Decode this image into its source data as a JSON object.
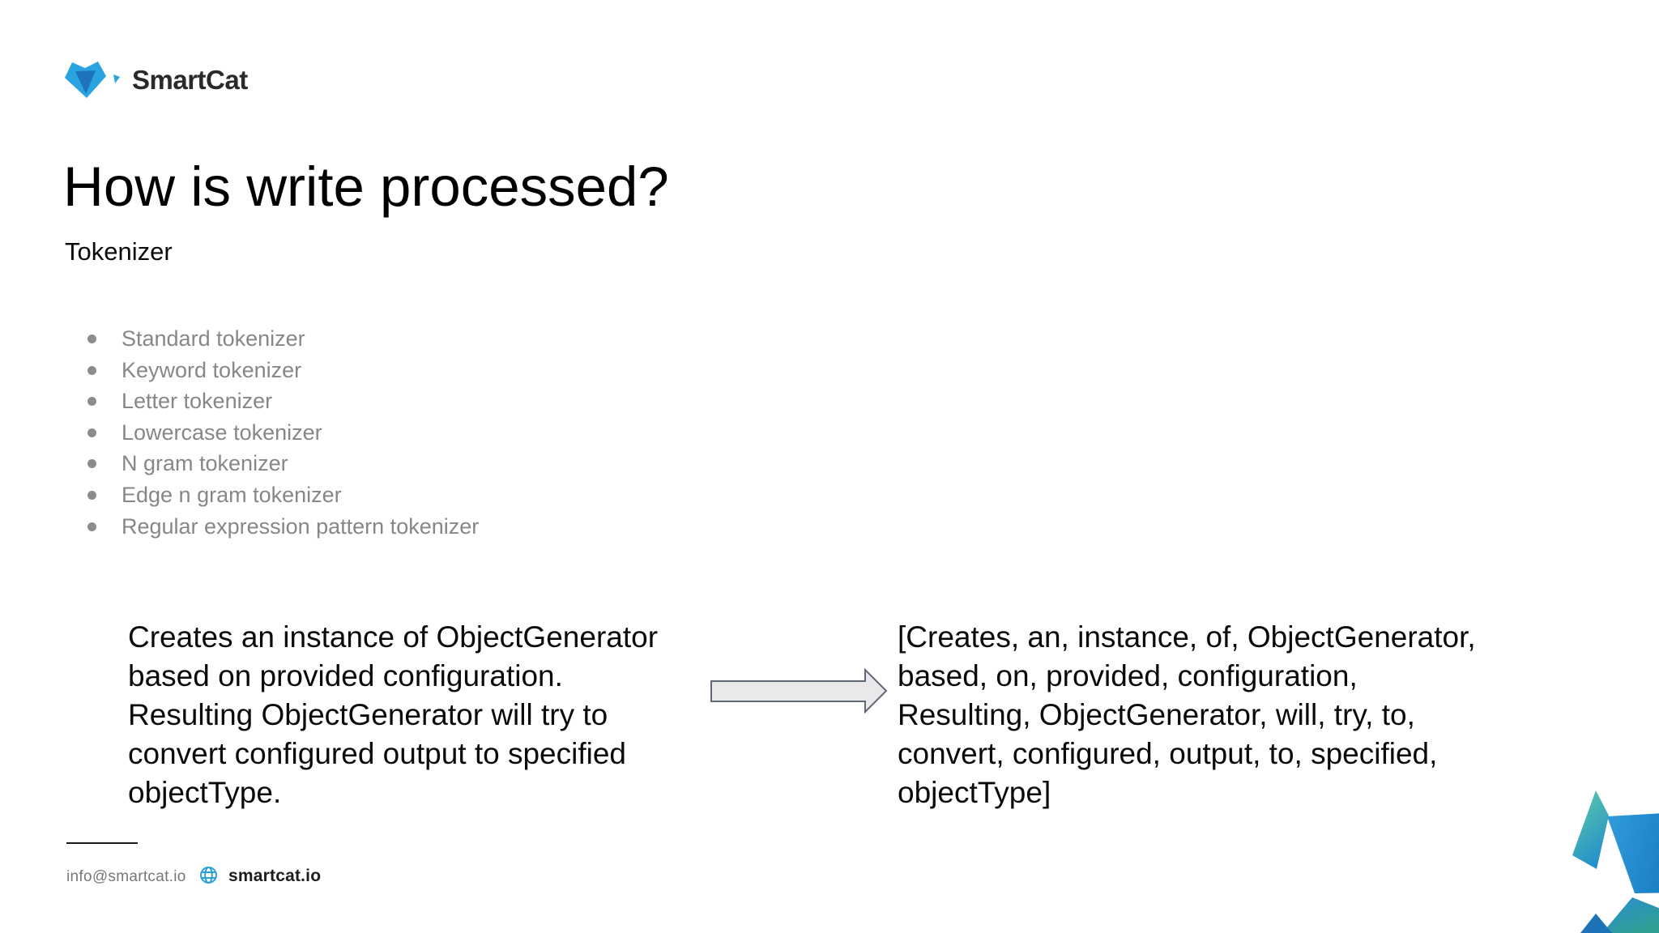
{
  "brand": {
    "name": "SmartCat",
    "logo_icon": "smartcat-fox-icon"
  },
  "slide": {
    "title": "How is write processed?",
    "subtitle": "Tokenizer",
    "bullets": [
      "Standard tokenizer",
      "Keyword tokenizer",
      "Letter tokenizer",
      "Lowercase tokenizer",
      "N gram tokenizer",
      "Edge n gram tokenizer",
      "Regular expression pattern tokenizer"
    ],
    "left_block": {
      "lines": [
        "Creates an instance of ObjectGenerator",
        "based on provided configuration.",
        "Resulting ObjectGenerator will try to",
        "convert configured output to specified",
        "objectType."
      ]
    },
    "right_block": {
      "lines": [
        "[Creates, an, instance, of, ObjectGenerator,",
        "based, on, provided, configuration,",
        "Resulting, ObjectGenerator, will, try, to,",
        "convert, configured, output, to, specified,",
        "objectType]"
      ]
    },
    "arrow_icon": "right-arrow-icon"
  },
  "footer": {
    "email": "info@smartcat.io",
    "website": "smartcat.io",
    "globe_icon": "globe-icon"
  },
  "decoration": {
    "corner_icon": "corner-triangles-decoration"
  },
  "colors": {
    "brand_blue": "#29a4e0",
    "brand_dark_blue": "#1d74bc",
    "teal": "#4fc0a8",
    "bullet_gray": "#85878b",
    "footer_gray": "#77787a",
    "arrow_fill": "#e9e9ec",
    "arrow_border": "#606875",
    "text_black": "#000000"
  }
}
